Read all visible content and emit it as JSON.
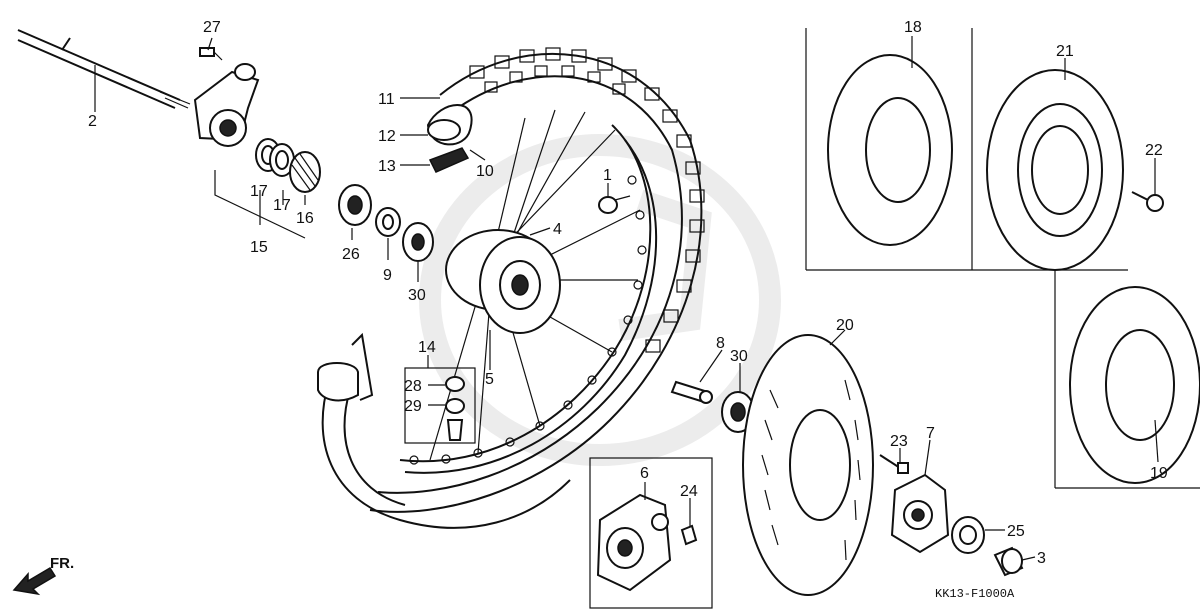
{
  "drawing_code": "KK13-F1000A",
  "direction_label": "FR.",
  "callouts": [
    {
      "id": "c1",
      "text": "1"
    },
    {
      "id": "c2",
      "text": "2"
    },
    {
      "id": "c3",
      "text": "3"
    },
    {
      "id": "c4",
      "text": "4"
    },
    {
      "id": "c5",
      "text": "5"
    },
    {
      "id": "c6",
      "text": "6"
    },
    {
      "id": "c7",
      "text": "7"
    },
    {
      "id": "c8",
      "text": "8"
    },
    {
      "id": "c9",
      "text": "9"
    },
    {
      "id": "c10",
      "text": "10"
    },
    {
      "id": "c11",
      "text": "11"
    },
    {
      "id": "c12",
      "text": "12"
    },
    {
      "id": "c13",
      "text": "13"
    },
    {
      "id": "c14",
      "text": "14"
    },
    {
      "id": "c15",
      "text": "15"
    },
    {
      "id": "c16",
      "text": "16"
    },
    {
      "id": "c17a",
      "text": "17"
    },
    {
      "id": "c17b",
      "text": "17"
    },
    {
      "id": "c18",
      "text": "18"
    },
    {
      "id": "c19",
      "text": "19"
    },
    {
      "id": "c20",
      "text": "20"
    },
    {
      "id": "c21",
      "text": "21"
    },
    {
      "id": "c22",
      "text": "22"
    },
    {
      "id": "c23",
      "text": "23"
    },
    {
      "id": "c24",
      "text": "24"
    },
    {
      "id": "c25",
      "text": "25"
    },
    {
      "id": "c26",
      "text": "26"
    },
    {
      "id": "c27",
      "text": "27"
    },
    {
      "id": "c28",
      "text": "28"
    },
    {
      "id": "c29",
      "text": "29"
    },
    {
      "id": "c30a",
      "text": "30"
    },
    {
      "id": "c30b",
      "text": "30"
    }
  ]
}
